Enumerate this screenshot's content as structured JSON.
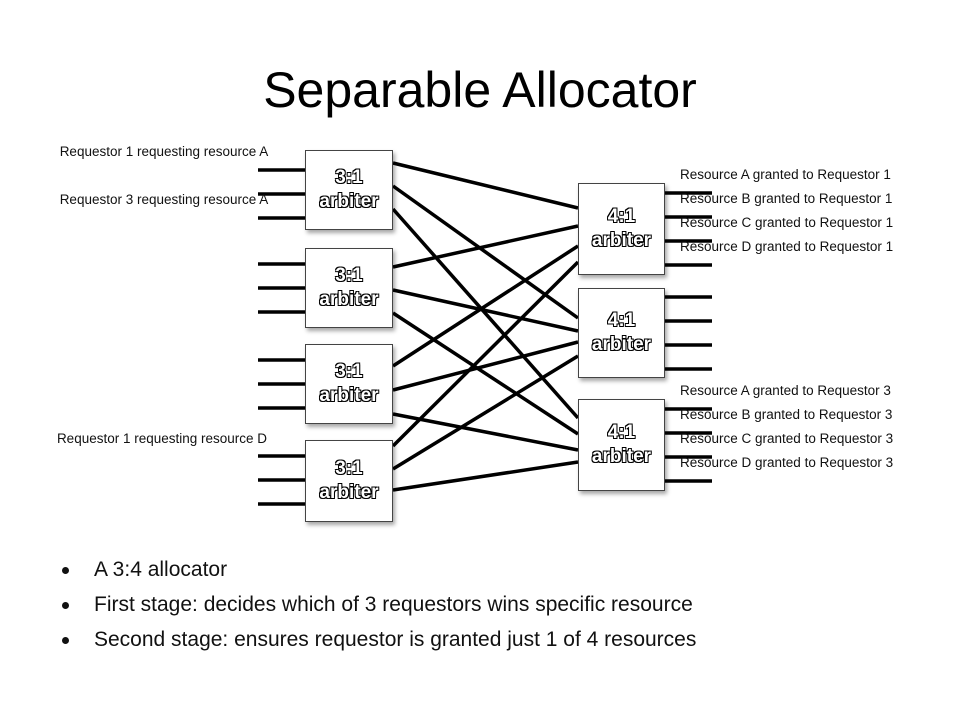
{
  "title": "Separable Allocator",
  "first_stage_arbiters": [
    "3:1\narbiter",
    "3:1\narbiter",
    "3:1\narbiter",
    "3:1\narbiter"
  ],
  "second_stage_arbiters": [
    "4:1\narbiter",
    "4:1\narbiter",
    "4:1\narbiter"
  ],
  "input_labels": {
    "req1_res_a": "Requestor 1 requesting resource A",
    "req3_res_a": "Requestor 3 requesting resource A",
    "req1_res_d": "Requestor 1 requesting resource D"
  },
  "output_labels_top": [
    "Resource A granted to Requestor 1",
    "Resource B granted to Requestor 1",
    "Resource C granted to Requestor 1",
    "Resource D granted to Requestor 1"
  ],
  "output_labels_bottom": [
    "Resource A granted to Requestor 3",
    "Resource B granted to Requestor 3",
    "Resource C granted to Requestor 3",
    "Resource D granted to Requestor 3"
  ],
  "bullets": [
    "A 3:4 allocator",
    "First stage: decides which of 3 requestors wins specific resource",
    "Second stage: ensures requestor is granted just 1 of 4 resources"
  ]
}
